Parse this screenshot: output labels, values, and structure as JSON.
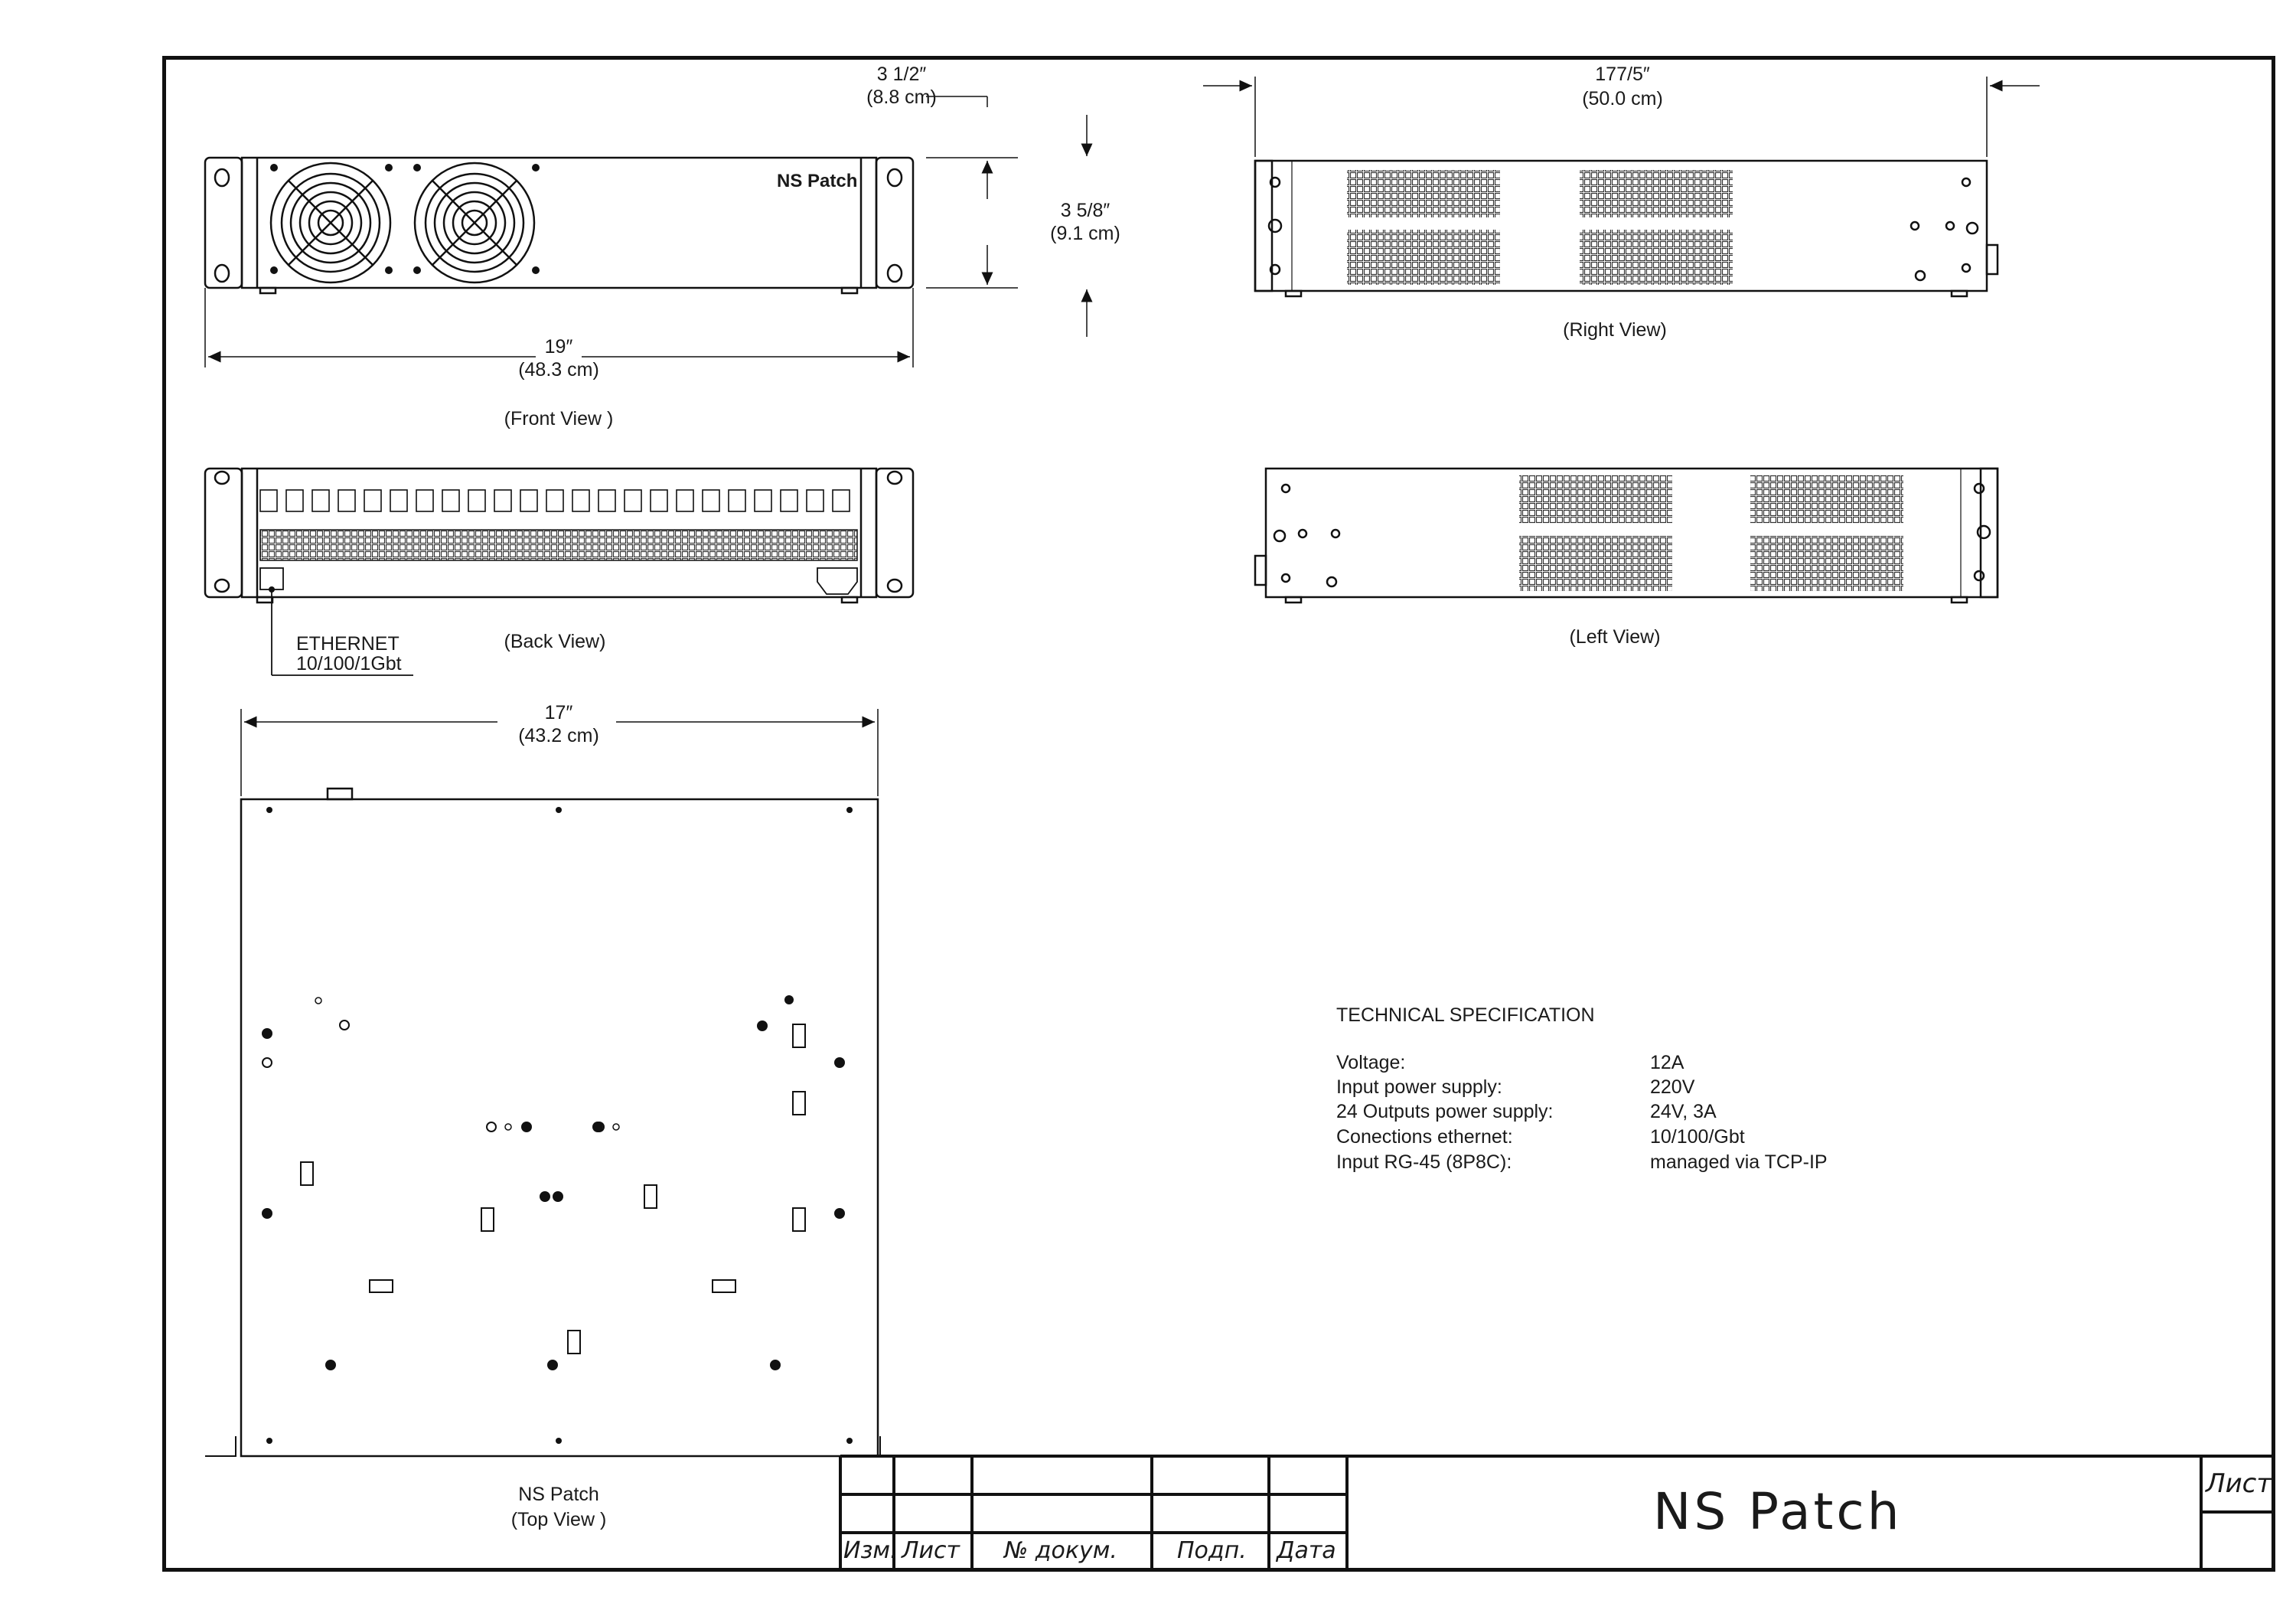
{
  "front_view": {
    "label": "(Front View )",
    "brand": "NS Patch",
    "width_in": "19″",
    "width_cm": "(48.3 cm)",
    "depth_in": "3 1/2″",
    "depth_cm": "(8.8 cm)",
    "height_in": "3 5/8″",
    "height_cm": "(9.1 cm)"
  },
  "back_view": {
    "label": "(Back View)",
    "port_callout_line1": "ETHERNET",
    "port_callout_line2": "10/100/1Gbt"
  },
  "right_view": {
    "label": "(Right View)",
    "length_in": "177/5″",
    "length_cm": "(50.0 cm)"
  },
  "left_view": {
    "label": "(Left View)"
  },
  "top_view": {
    "width_in": "17″",
    "width_cm": "(43.2 cm)",
    "name": "NS Patch",
    "label": "(Top View )"
  },
  "spec": {
    "heading": "TECHNICAL SPECIFICATION",
    "rows": [
      {
        "key": "Voltage:",
        "value": "12A"
      },
      {
        "key": "Input power supply:",
        "value": "220V"
      },
      {
        "key": "24 Outputs power supply:",
        "value": "24V, 3A"
      },
      {
        "key": "Conections ethernet:",
        "value": "10/100/Gbt"
      },
      {
        "key": "Input RG-45 (8P8C):",
        "value": "managed via TCP-IP"
      }
    ]
  },
  "title_block": {
    "title": "NS Patch",
    "sheet_label": "Лист",
    "col_izm": "Изм.",
    "col_list": "Лист",
    "col_doc": "№ докум.",
    "col_sign": "Подп.",
    "col_date": "Дата"
  }
}
